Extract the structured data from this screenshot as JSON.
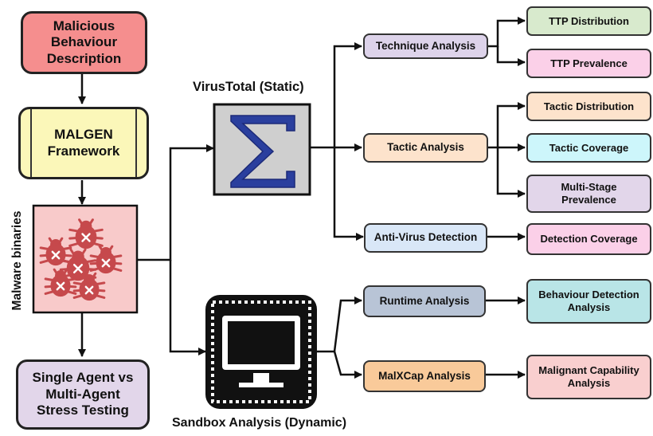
{
  "boxes": {
    "malicious": "Malicious\nBehaviour\nDescription",
    "malgen": "MALGEN\nFramework",
    "stress": "Single Agent vs\nMulti-Agent\nStress Testing",
    "technique": "Technique Analysis",
    "tactic": "Tactic Analysis",
    "antivirus": "Anti-Virus Detection",
    "runtime": "Runtime Analysis",
    "malxcap": "MalXCap Analysis",
    "ttp_dist": "TTP Distribution",
    "ttp_prev": "TTP Prevalence",
    "tactic_dist": "Tactic Distribution",
    "tactic_cov": "Tactic Coverage",
    "multistage": "Multi-Stage\nPrevalence",
    "detection_cov": "Detection Coverage",
    "behaviour": "Behaviour Detection\nAnalysis",
    "malignant": "Malignant Capability\nAnalysis"
  },
  "labels": {
    "virustotal": "VirusTotal (Static)",
    "sandbox": "Sandbox Analysis (Dynamic)",
    "malware": "Malware binaries"
  },
  "icons": {
    "virustotal": "sigma-icon",
    "sandbox": "monitor-icon",
    "malware": "bug-icon"
  },
  "colors": {
    "malicious": "#f58e8e",
    "malgen": "#fbf7b9",
    "stress": "#e2d6ea",
    "technique": "#ddd3ea",
    "tactic": "#fde3cc",
    "antivirus": "#d9e7f7",
    "runtime": "#b8c4d6",
    "malxcap": "#f9ca9a",
    "ttp_dist": "#d8eacd",
    "ttp_prev": "#fbd0e8",
    "tactic_dist": "#fde3cc",
    "tactic_cov": "#cdf6fb",
    "multistage": "#e2d6ea",
    "detection_cov": "#fbd0e8",
    "behaviour": "#b9e5e7",
    "malignant": "#f9cfcf",
    "malware_bg": "#f8caca",
    "bug": "#c6494c"
  }
}
